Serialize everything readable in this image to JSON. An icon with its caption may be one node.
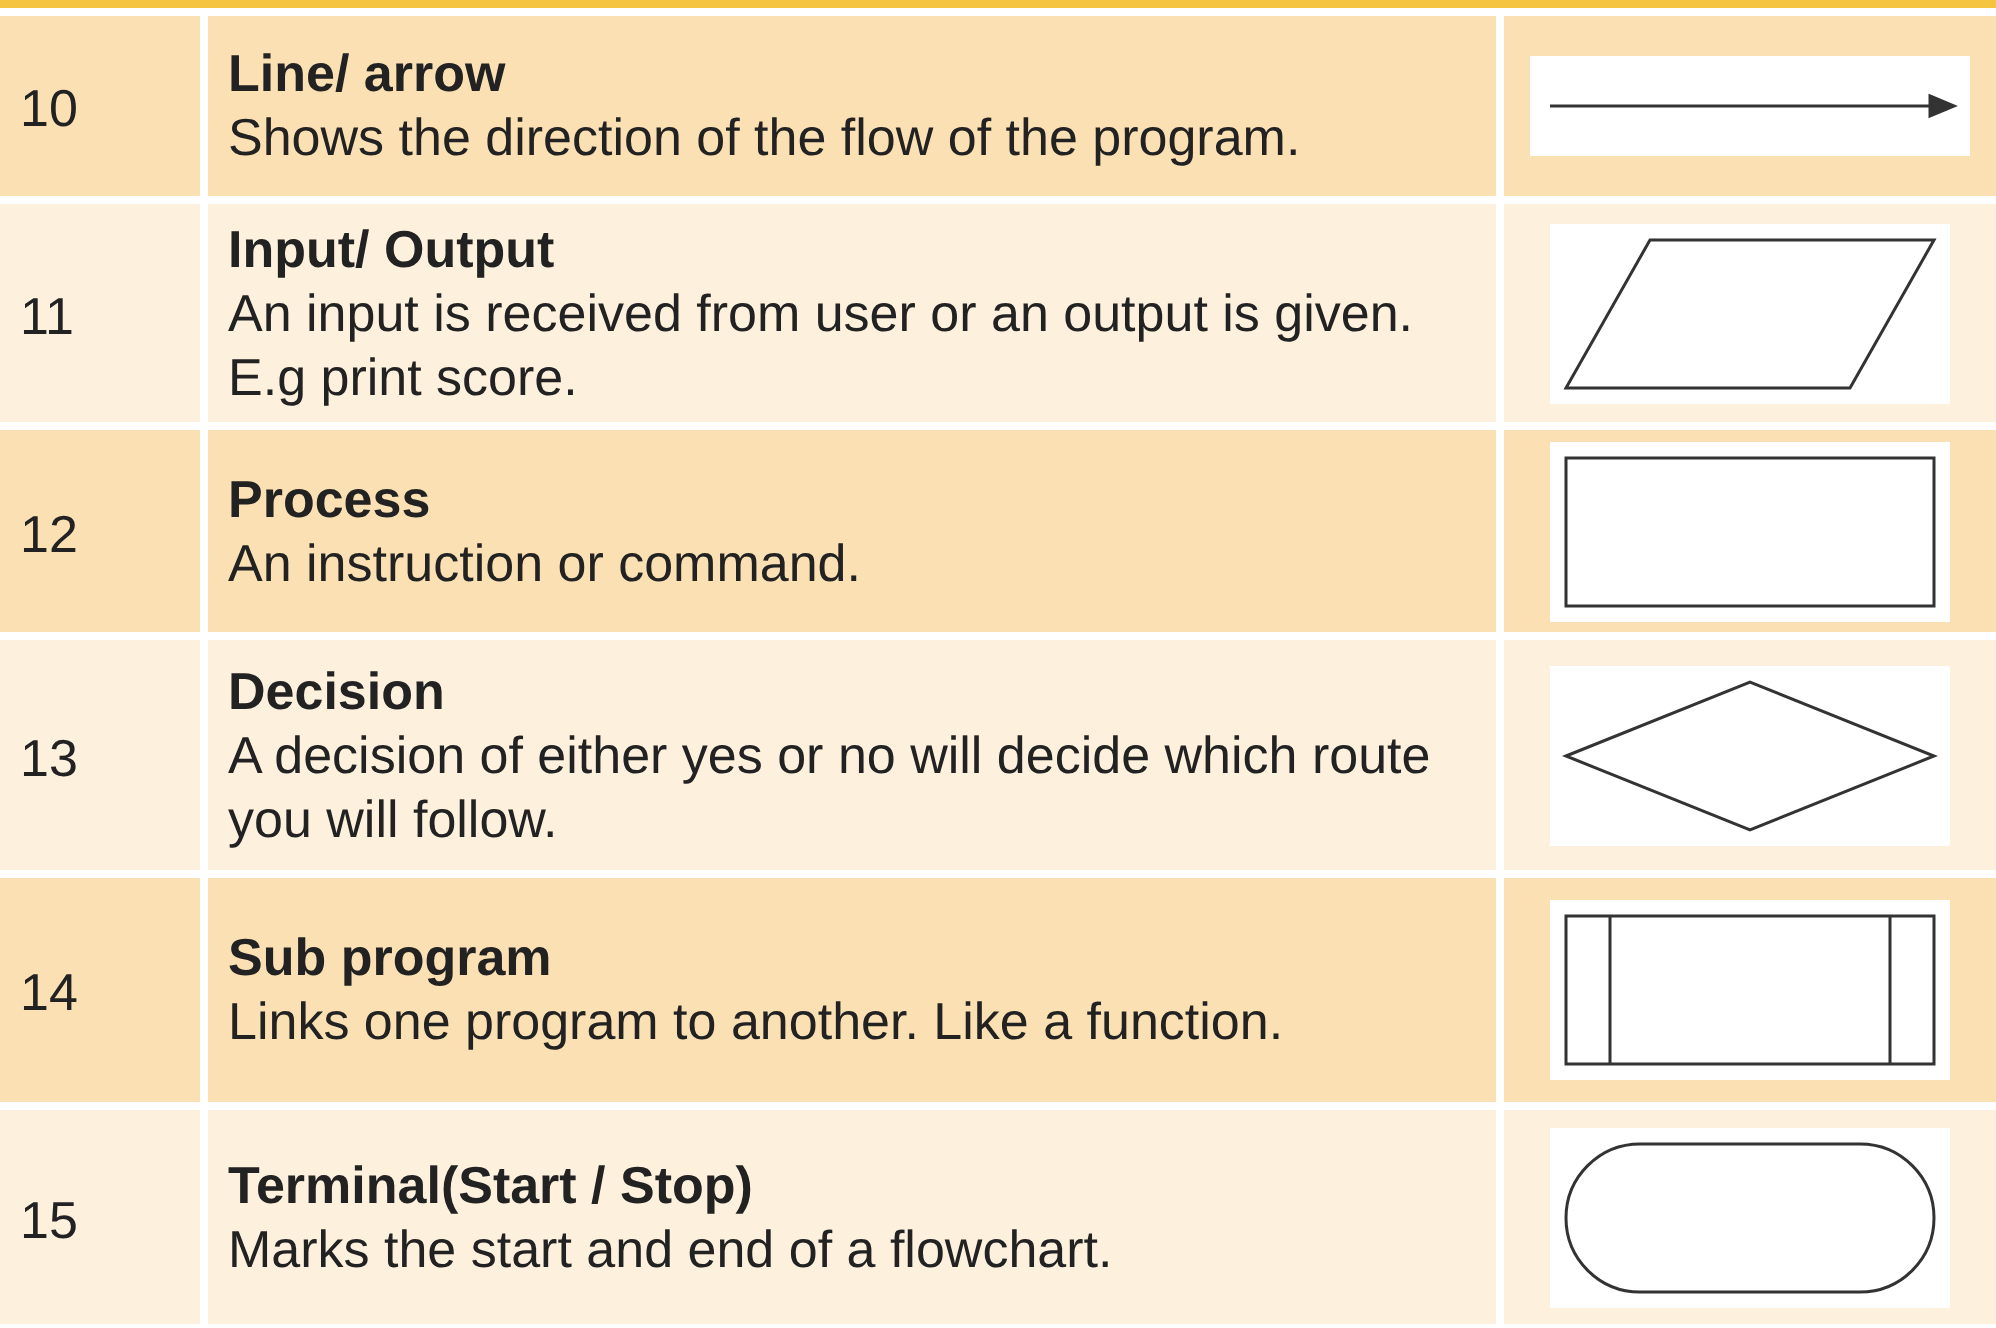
{
  "diagram": {
    "labels": [
      "10",
      "Line/ arrow",
      "Shows the direction of the flow of the program.",
      "11",
      "Input/ Output",
      "An input is received from user or an output is given. E.g print score.",
      "12",
      "Process",
      "An instruction or command.",
      "13",
      "Decision",
      "A decision of either yes or no will decide which route you will follow.",
      "14",
      "Sub program",
      "Links one program to another. Like a function.",
      "15",
      "Terminal(Start / Stop)",
      "Marks the start and end of a flowchart."
    ]
  }
}
